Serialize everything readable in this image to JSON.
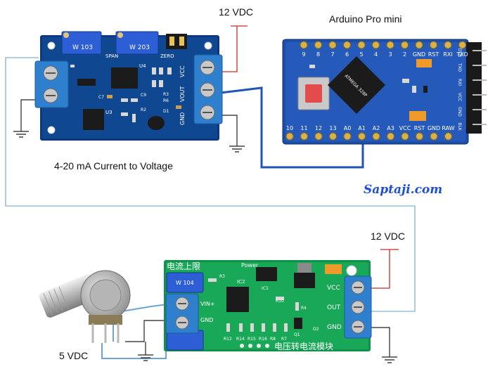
{
  "labels": {
    "vdc_top": "12 VDC",
    "arduino_title": "Arduino Pro mini",
    "converter_caption": "4-20 mA Current to Voltage",
    "watermark": "Saptaji.com",
    "vdc_bottom": "12 VDC",
    "vdc_pot": "5 VDC"
  },
  "board_top": {
    "pins": [
      "VCC",
      "VOUT",
      "GND"
    ],
    "silk": [
      "SPAN",
      "ZERO",
      "U4",
      "U3",
      "C9",
      "R3",
      "R6",
      "R2",
      "C7",
      "D1"
    ]
  },
  "arduino": {
    "top_pins": [
      "9",
      "8",
      "7",
      "6",
      "5",
      "4",
      "3",
      "2",
      "GND",
      "RST",
      "RXI",
      "TXO"
    ],
    "bottom_pins": [
      "10",
      "11",
      "12",
      "13",
      "A0",
      "A1",
      "A2",
      "A3",
      "VCC",
      "RST",
      "GND",
      "RAW"
    ],
    "side_pins": [
      "DTR",
      "TXO",
      "RXI",
      "VCC",
      "GND",
      "BLK"
    ],
    "chip_text": "ATMEGA 328P"
  },
  "board_bottom": {
    "title_cn": "电流上限",
    "footer_cn": "电压转电流模块",
    "pins_left": [
      "VIN+",
      "GND"
    ],
    "pins_right": [
      "VCC",
      "OUT",
      "GND"
    ],
    "power_label": "Power",
    "silk": [
      "R3",
      "IC2",
      "R10",
      "R4",
      "Q1",
      "D2",
      "R12",
      "R14",
      "R15",
      "R16",
      "R8",
      "R7",
      "IC1"
    ]
  }
}
